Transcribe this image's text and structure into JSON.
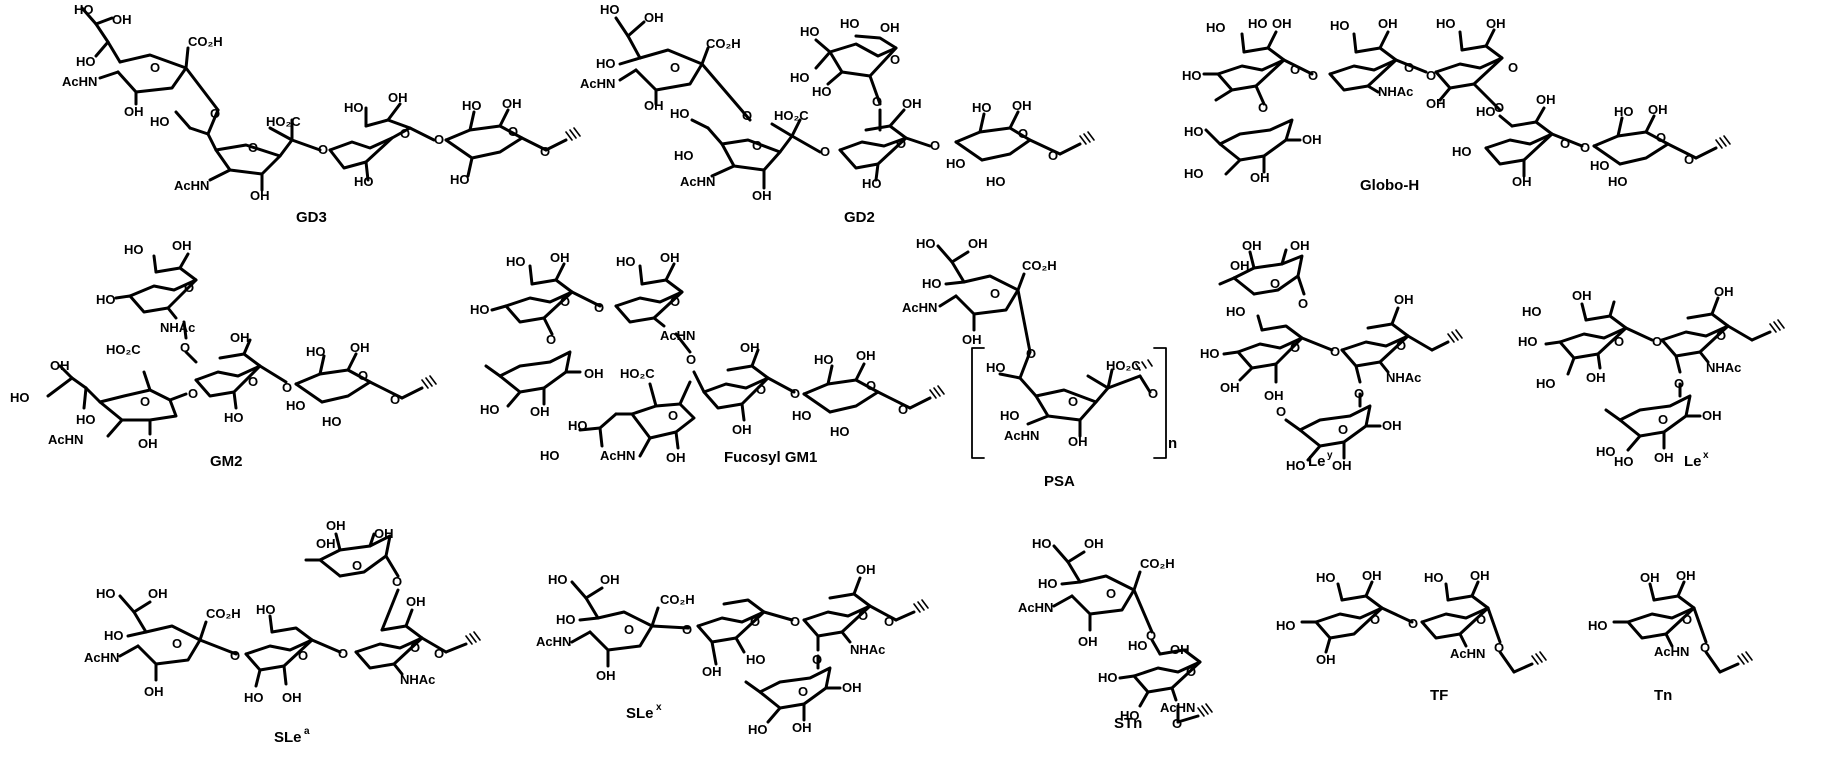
{
  "structures": [
    {
      "key": "gd3",
      "name": "GD3"
    },
    {
      "key": "gd2",
      "name": "GD2"
    },
    {
      "key": "globoh",
      "name": "Globo-H"
    },
    {
      "key": "gm2",
      "name": "GM2"
    },
    {
      "key": "fucosylgm1",
      "name": "Fucosyl GM1"
    },
    {
      "key": "psa",
      "name": "PSA",
      "repeat_subscript": "n"
    },
    {
      "key": "ley",
      "name": "Le",
      "sup": "y"
    },
    {
      "key": "lex",
      "name": "Le",
      "sup": "x"
    },
    {
      "key": "slea",
      "name": "SLe",
      "sup": "a"
    },
    {
      "key": "slex",
      "name": "SLe",
      "sup": "x"
    },
    {
      "key": "stn",
      "name": "STn"
    },
    {
      "key": "tf",
      "name": "TF"
    },
    {
      "key": "tn",
      "name": "Tn"
    }
  ],
  "atom_labels": {
    "oh": "OH",
    "ho": "HO",
    "o": "O",
    "co2h": "CO₂H",
    "ho2c": "HO₂C",
    "achn": "AcHN",
    "nhac": "NHAc"
  },
  "colors": {
    "ink": "#000000",
    "background": "#ffffff"
  }
}
